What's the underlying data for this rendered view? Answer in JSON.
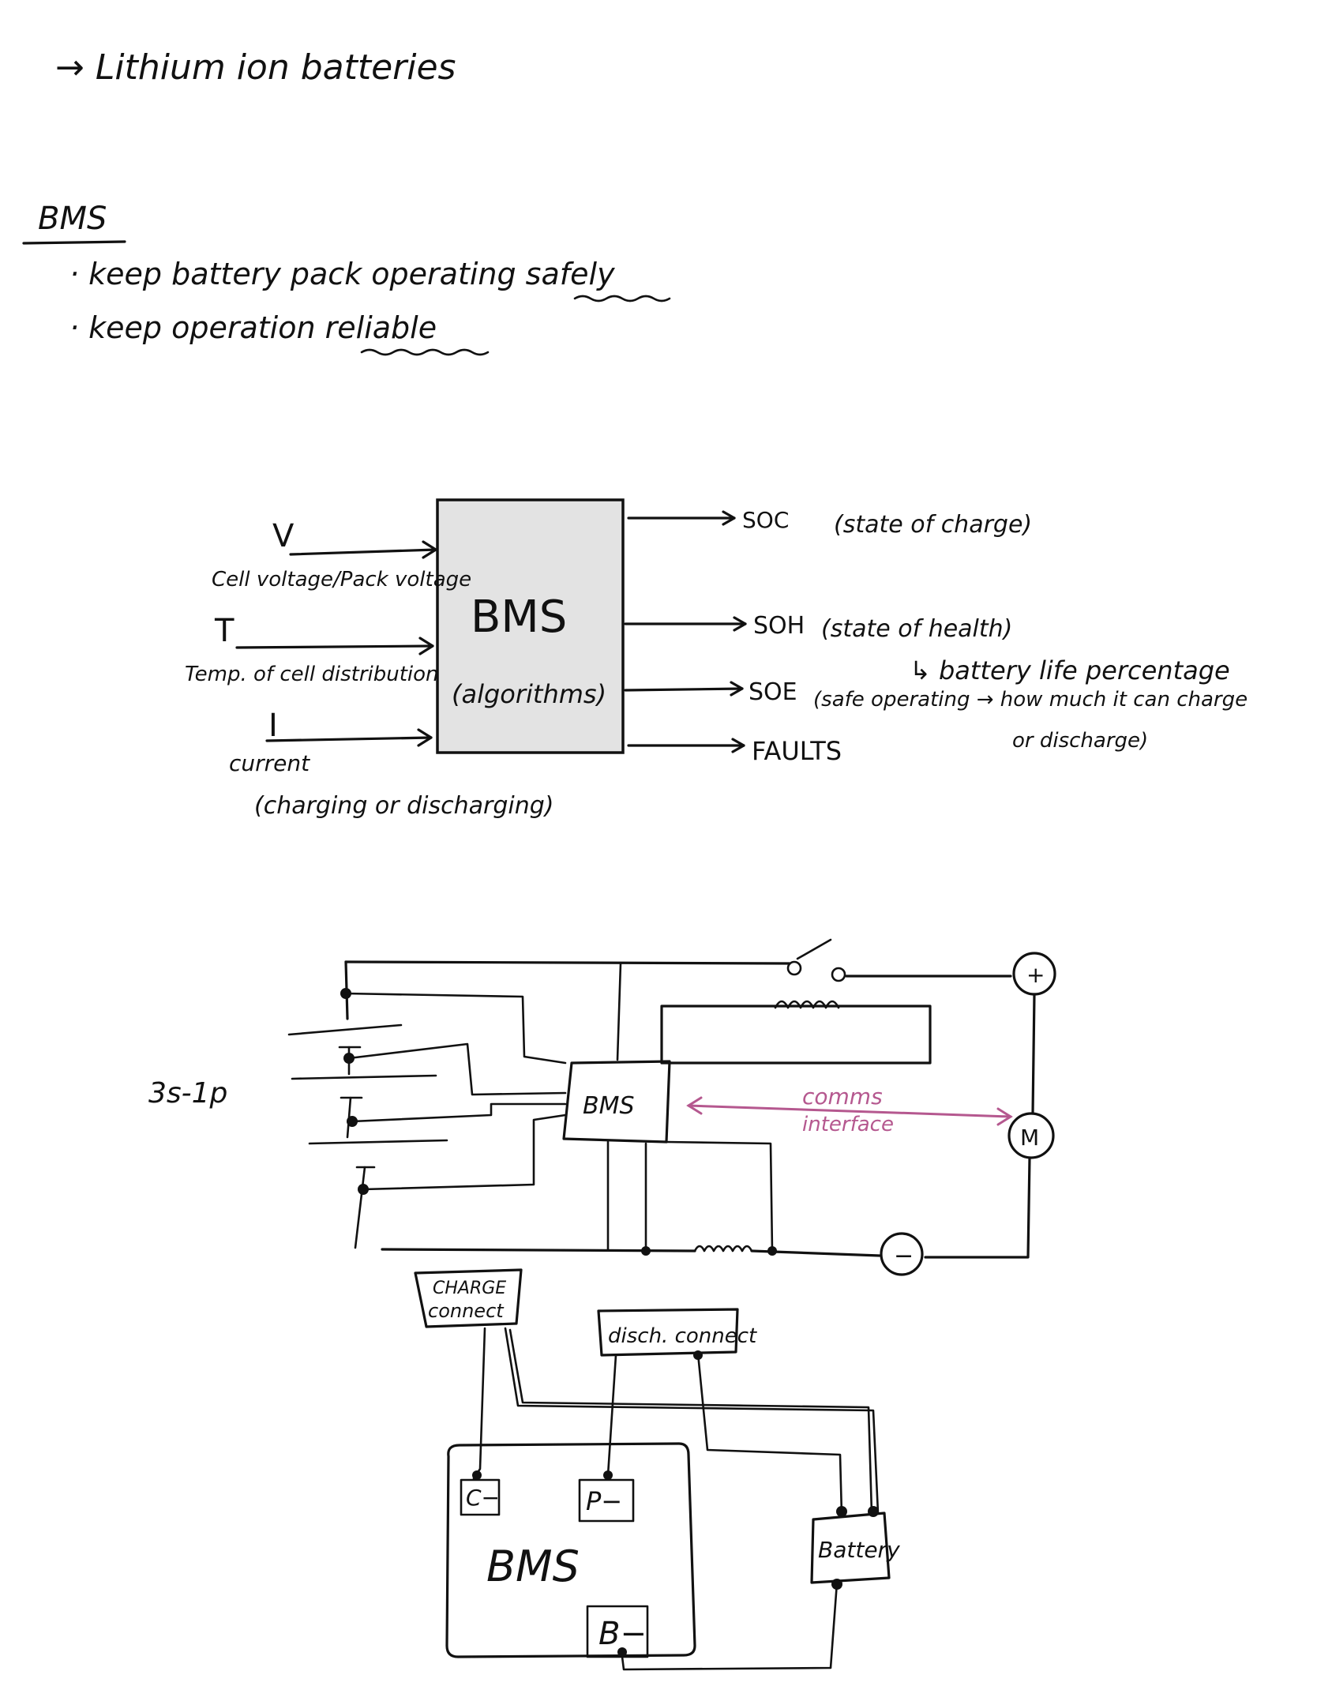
{
  "colors": {
    "ink": "#111111",
    "box_fill": "#e3e3e3",
    "comms": "#b5588f"
  },
  "header": {
    "title": "→ Lithium   ion   batteries"
  },
  "bms_notes": {
    "heading": "BMS",
    "bullets": [
      "· keep  battery  pack  operating  safely",
      "· keep  operation  reliable"
    ]
  },
  "block_diagram": {
    "box_title": "BMS",
    "box_subtitle": "(algorithms)",
    "inputs": [
      {
        "symbol": "V",
        "label": "Cell voltage/Pack voltage"
      },
      {
        "symbol": "T",
        "label": "Temp. of cell distribution"
      },
      {
        "symbol": "I",
        "label": "current",
        "sublabel": "(charging or discharging)"
      }
    ],
    "outputs": [
      {
        "name": "SOC",
        "desc": "(state of charge)"
      },
      {
        "name": "SOH",
        "desc": "(state of health)",
        "note": "↳ battery life percentage"
      },
      {
        "name": "SOE",
        "desc": "(safe operating → how much it can charge",
        "desc2": "or discharge)"
      },
      {
        "name": "FAULTS"
      }
    ]
  },
  "circuit": {
    "config_label": "3s-1p",
    "bms_label": "BMS",
    "comms_label_1": "comms",
    "comms_label_2": "interface",
    "plus_symbol": "+",
    "motor_symbol": "M",
    "minus_symbol": "−"
  },
  "wiring": {
    "charge_label_1": "CHARGE",
    "charge_label_2": "connect",
    "disch_label": "disch. connect",
    "bms_label": "BMS",
    "c_minus": "C−",
    "p_minus": "P−",
    "b_minus": "B−",
    "battery_label": "Battery"
  }
}
